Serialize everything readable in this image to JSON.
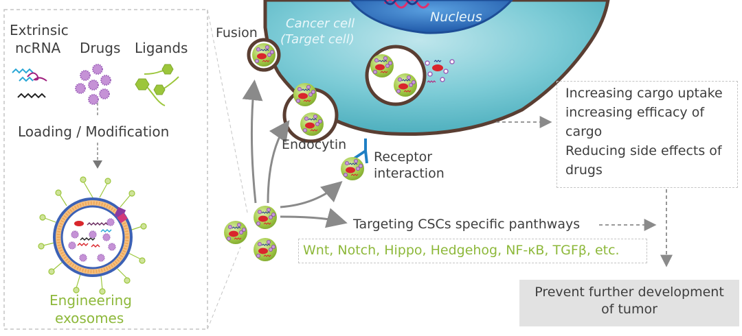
{
  "left_panel": {
    "labels": {
      "extrinsic": "Extrinsic",
      "ncrna": "ncRNA",
      "drugs": "Drugs",
      "ligands": "Ligands"
    },
    "step_label": "Loading / Modification",
    "result_line1": "Engineering",
    "result_line2": "exosomes"
  },
  "cell": {
    "title_line1": "Cancer cell",
    "title_line2": "(Target cell)",
    "nucleus_label": "Nucleus"
  },
  "pathways": {
    "fusion": "Fusion",
    "endocytin": "Endocytin",
    "receptor_line1": "Receptor",
    "receptor_line2": "interaction",
    "targeting": "Targeting CSCs specific panthways",
    "pathway_list": "Wnt, Notch, Hippo, Hedgehog, NF-κB, TGFβ, etc."
  },
  "benefits": {
    "line1": "Increasing cargo uptake",
    "line2": "increasing efficacy of",
    "line3": "cargo",
    "line4": "Reducing side effects of",
    "line5": "drugs"
  },
  "outcome": {
    "line1": "Prevent further development",
    "line2": "of tumor"
  },
  "colors": {
    "cell_fill": "#5bb9c6",
    "cell_border": "#5a3e32",
    "nucleus": "#2f6fb5",
    "exosome_green": "#9cc63b",
    "cargo_red": "#d9262c",
    "drug_purple": "#b276c9",
    "arrow_gray": "#8a8a8a",
    "label_green": "#8db83a",
    "outcome_box": "#e2e2e2",
    "receptor_blue": "#1f7fc4"
  }
}
